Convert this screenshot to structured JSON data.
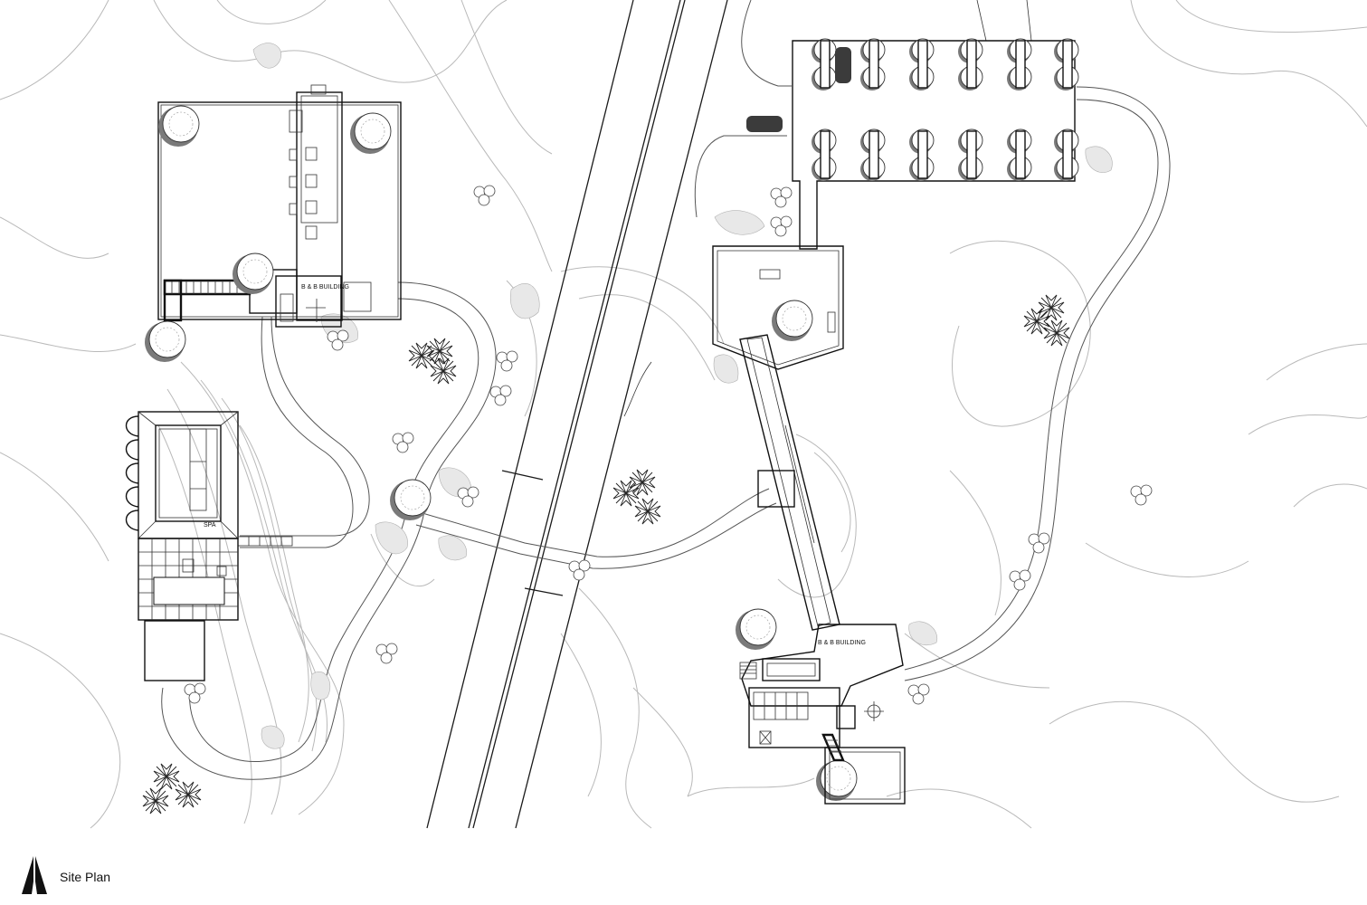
{
  "drawing": {
    "title": "Site Plan",
    "labels": {
      "bb_building_north": "B & B  BUILDING",
      "bb_building_south": "B & B  BUILDING",
      "spa": "SPA"
    }
  },
  "icons": {
    "north_arrow": "north-arrow-icon",
    "tree": "tree-icon",
    "palm": "palm-icon",
    "car": "car-icon"
  },
  "colors": {
    "line": "#111111",
    "contour": "#b9b9b9",
    "shadow": "#7a7a7a",
    "background": "#ffffff"
  }
}
